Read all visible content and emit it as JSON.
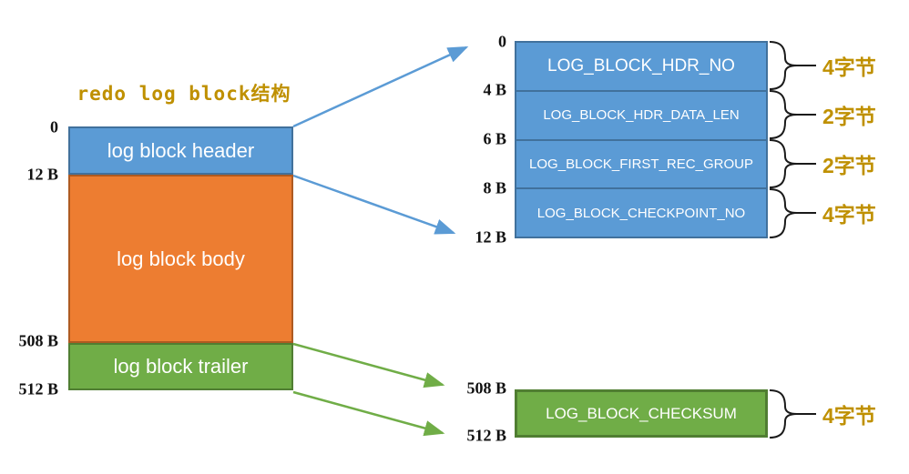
{
  "title": "redo log block结构",
  "colors": {
    "blue": "#5B9BD5",
    "blue_border": "#41719C",
    "orange": "#ED7D31",
    "orange_border": "#AE5A21",
    "green": "#70AD47",
    "green_border": "#507E32",
    "gold": "#BF9000"
  },
  "overview": {
    "blocks": [
      {
        "label": "log block header"
      },
      {
        "label": "log block body"
      },
      {
        "label": "log block trailer"
      }
    ],
    "offsets": [
      "0",
      "12 B",
      "508 B",
      "512 B"
    ]
  },
  "header_detail": {
    "offsets": [
      "0",
      "4 B",
      "6 B",
      "8 B",
      "12 B"
    ],
    "rows": [
      {
        "label": "LOG_BLOCK_HDR_NO",
        "size": "4字节"
      },
      {
        "label": "LOG_BLOCK_HDR_DATA_LEN",
        "size": "2字节"
      },
      {
        "label": "LOG_BLOCK_FIRST_REC_GROUP",
        "size": "2字节"
      },
      {
        "label": "LOG_BLOCK_CHECKPOINT_NO",
        "size": "4字节"
      }
    ]
  },
  "trailer_detail": {
    "offsets": [
      "508 B",
      "512 B"
    ],
    "rows": [
      {
        "label": "LOG_BLOCK_CHECKSUM",
        "size": "4字节"
      }
    ]
  }
}
